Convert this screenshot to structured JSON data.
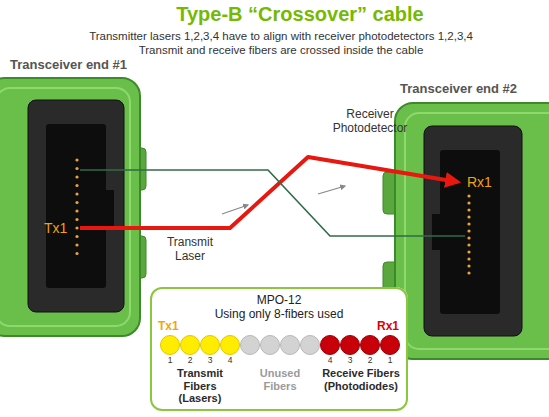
{
  "diagram": {
    "title": "Type-B “Crossover” cable",
    "nodes": [
      {
        "text": [
          "Transceiver end #1",
          "Tx1"
        ]
      },
      {
        "text": [
          "Transceiver end #2",
          "Rx1"
        ]
      },
      {
        "text": [
          "MPO-12",
          "Using only 8-fibers used"
        ]
      }
    ],
    "edges": [
      {
        "from": 0,
        "to": 1,
        "arrow": "to"
      },
      {
        "from": 0,
        "to": 1,
        "arrow": "none"
      }
    ],
    "labels": [
      "Transmitter lasers 1,2,3,4 have to align with receiver photodetectors 1,2,3,4",
      "Transmit and receive fibers are crossed inside the cable",
      "Transmit Laser",
      "Receiver Photodetector",
      "Tx1",
      "Rx1",
      "1",
      "2",
      "3",
      "4",
      "4",
      "3",
      "2",
      "1",
      "Transmit Fibers (Lasers)",
      "Unused Fibers",
      "Receive Fibers (Photodiodes)"
    ]
  }
}
